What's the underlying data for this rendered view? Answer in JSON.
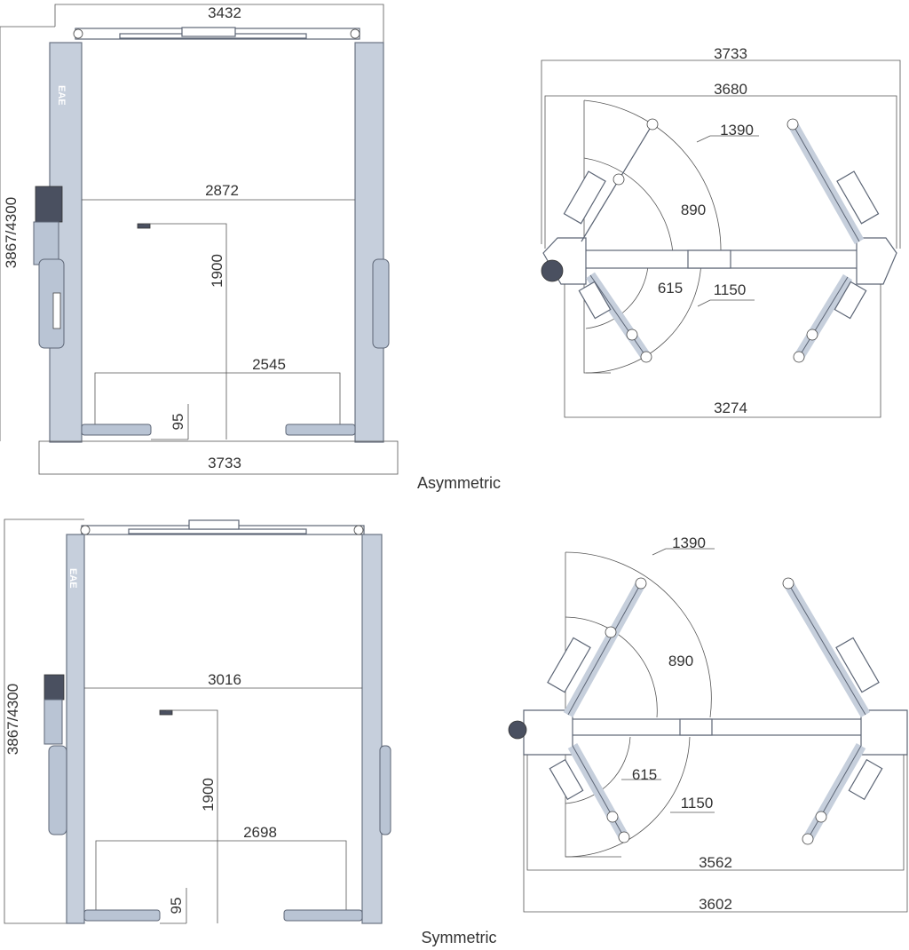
{
  "brand_logo": "EAE",
  "asymmetric": {
    "caption": "Asymmetric",
    "front": {
      "overall_width": "3432",
      "height": "3867/4300",
      "inner_width": "2872",
      "lift_height": "1900",
      "base_width": "2545",
      "pad_height": "95",
      "floor_width": "3733"
    },
    "top": {
      "overall_width": "3733",
      "column_span": "3680",
      "arm_long": "1390",
      "arm_long_min": "890",
      "arm_short_min": "615",
      "arm_short": "1150",
      "base_width": "3274"
    }
  },
  "symmetric": {
    "caption": "Symmetric",
    "front": {
      "height": "3867/4300",
      "inner_width": "3016",
      "lift_height": "1900",
      "base_width": "2698",
      "pad_height": "95"
    },
    "top": {
      "arm_long": "1390",
      "arm_long_min": "890",
      "arm_short_min": "615",
      "arm_short": "1150",
      "inner_width": "3562",
      "overall_width": "3602"
    }
  }
}
